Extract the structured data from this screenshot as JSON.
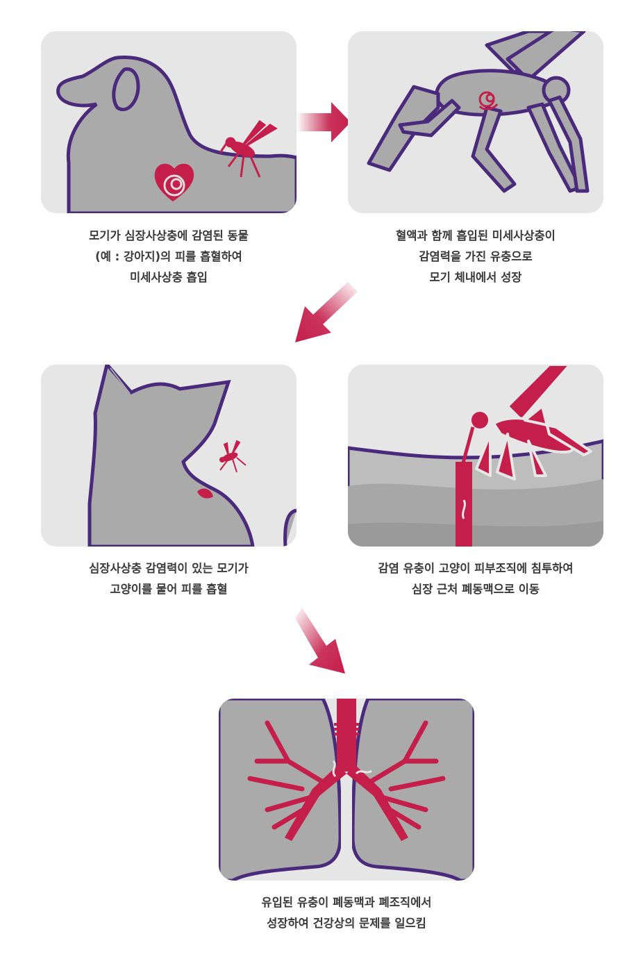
{
  "steps": [
    {
      "lines": [
        "모기가 심장사상충에 감염된 동물",
        "(예 : 강아지)의 피를 흡혈하여",
        "미세사상충 흡입"
      ]
    },
    {
      "lines": [
        "혈액과 함께 흡입된 미세사상충이",
        "감염력을 가진 유충으로",
        "모기 체내에서 성장"
      ]
    },
    {
      "lines": [
        "심장사상충 감염력이 있는 모기가",
        "고양이를 물어 피를 흡혈"
      ]
    },
    {
      "lines": [
        "감염 유충이 고양이 피부조직에 침투하여",
        "심장 근처 폐동맥으로 이동"
      ]
    },
    {
      "lines": [
        "유입된 유충이 폐동맥과 폐조직에서",
        "성장하여 건강상의 문제를 일으킴"
      ]
    }
  ],
  "colors": {
    "accent": "#c41e4a",
    "outline": "#4a2a7a",
    "body": "#aaaaab",
    "panel": "#e6e6e7"
  }
}
